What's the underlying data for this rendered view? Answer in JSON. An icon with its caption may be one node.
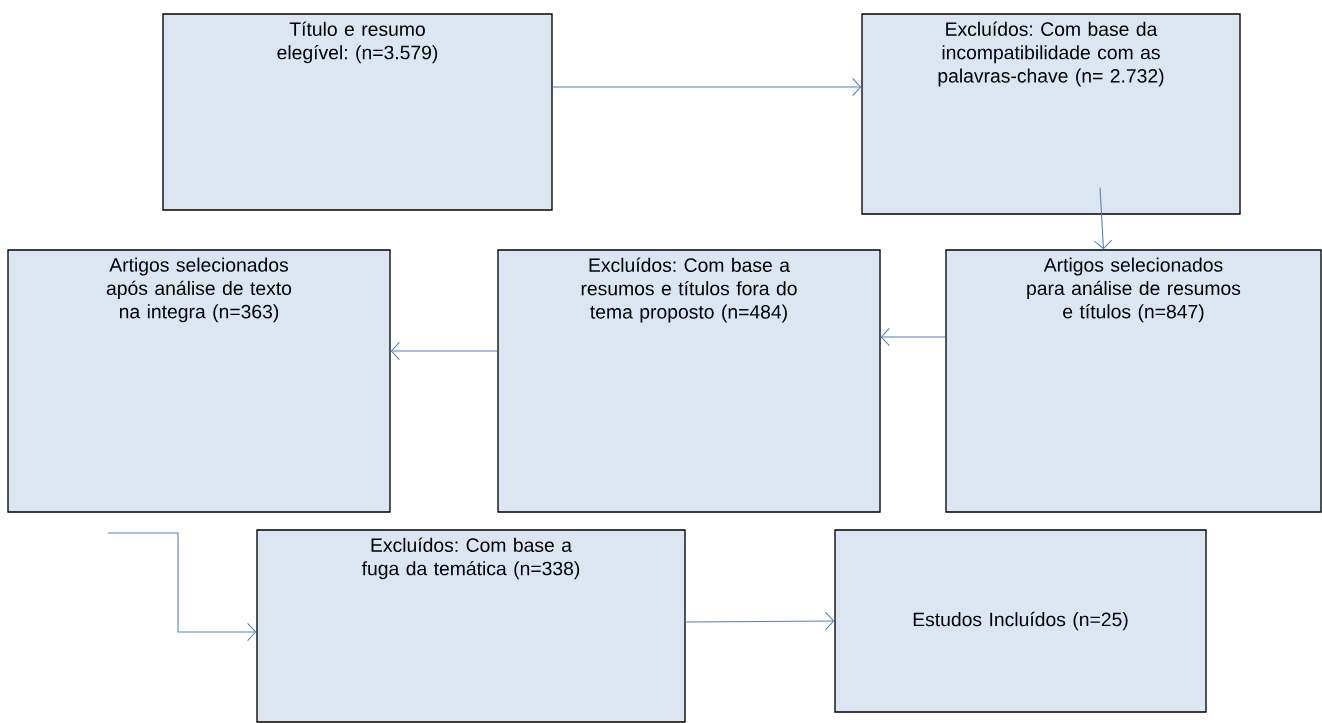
{
  "diagram": {
    "nodes": [
      {
        "text": [
          "Título e resumo elegível: (n=3.579)"
        ]
      },
      {
        "text": [
          "Excluídos: Com base da incompatibilidade com as palavras-chave (n= 2.732)"
        ]
      },
      {
        "text": [
          "Artigos selecionados após análise de texto na integra (n=363)"
        ]
      },
      {
        "text": [
          "Excluídos: Com base a resumos e títulos fora do tema proposto (n=484)"
        ]
      },
      {
        "text": [
          "Artigos selecionados para análise de resumos e títulos (n=847)"
        ]
      },
      {
        "text": [
          "Excluídos: Com base a fuga da temática (n=338)"
        ]
      },
      {
        "text": [
          "Estudos Incluídos (n=25)"
        ]
      }
    ],
    "edges": [
      {
        "from": 0,
        "to": 1,
        "arrow": "to"
      },
      {
        "from": 1,
        "to": 4,
        "arrow": "to"
      },
      {
        "from": 4,
        "to": 3,
        "arrow": "to"
      },
      {
        "from": 3,
        "to": 2,
        "arrow": "to"
      },
      {
        "from": null,
        "to": 5,
        "arrow": "to"
      },
      {
        "from": 5,
        "to": 6,
        "arrow": "to"
      }
    ]
  }
}
